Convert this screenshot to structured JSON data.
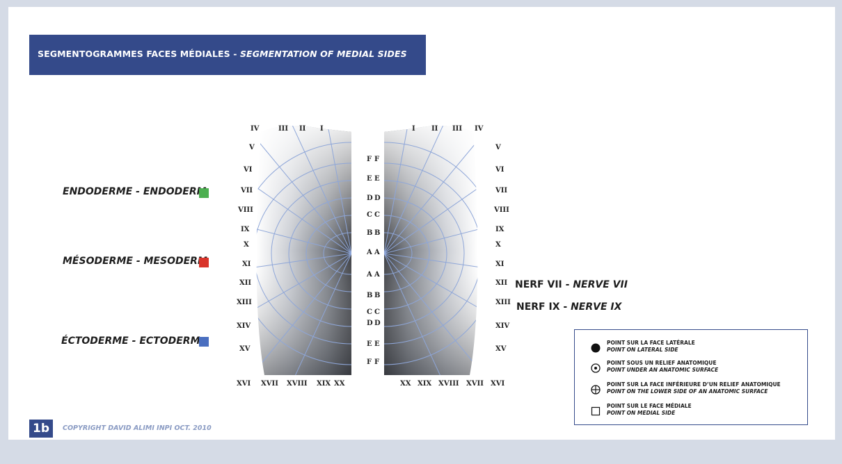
{
  "header": {
    "title_fr": "SEGMENTOGRAMMES FACES MÉDIALES - ",
    "title_en": "SEGMENTATION OF MEDIAL SIDES"
  },
  "germ_layers": [
    {
      "fr": "ENDODERME - ",
      "en": "ENDODERM",
      "color": "#4caf50"
    },
    {
      "fr": "MÉSODERME - ",
      "en": "MESODERM",
      "color": "#d9342b"
    },
    {
      "fr": "ÉCTODERME - ",
      "en": "ECTODERM",
      "color": "#4a6fc0"
    }
  ],
  "nerves": [
    {
      "fr": "NERF VII - ",
      "en": "NERVE VII"
    },
    {
      "fr": "NERF IX - ",
      "en": "NERVE IX"
    }
  ],
  "figure": {
    "roman_top_left": [
      "IV",
      "III",
      "II",
      "I"
    ],
    "roman_top_right": [
      "I",
      "II",
      "III",
      "IV"
    ],
    "roman_side": [
      "V",
      "VI",
      "VII",
      "VIII",
      "IX",
      "X",
      "XI",
      "XII",
      "XIII",
      "XIV",
      "XV"
    ],
    "roman_bottom_left": [
      "XVI",
      "XVII",
      "XVIII",
      "XIX",
      "XX"
    ],
    "roman_bottom_right": [
      "XX",
      "XIX",
      "XVIII",
      "XVII",
      "XVI"
    ],
    "letters": [
      "F",
      "E",
      "D",
      "C",
      "B",
      "A",
      "A",
      "B",
      "C",
      "D",
      "E",
      "F"
    ]
  },
  "legend": {
    "items": [
      {
        "fr": "POINT SUR LA FACE LATÉRALE",
        "en": "POINT ON LATERAL SIDE",
        "icon": "filled-circle-icon"
      },
      {
        "fr": "POINT SOUS UN RELIEF ANATOMIQUE",
        "en": "POINT UNDER AN ANATOMIC SURFACE",
        "icon": "dotted-circle-icon"
      },
      {
        "fr": "POINT SUR LA FACE INFÉRIEURE D’UN RELIEF ANATOMIQUE",
        "en": "POINT ON THE LOWER SIDE OF AN ANATOMIC SURFACE",
        "icon": "crossed-circle-icon"
      },
      {
        "fr": "POINT SUR LE FACE MÉDIALE",
        "en": "POINT ON MEDIAL SIDE",
        "icon": "square-icon"
      }
    ]
  },
  "footer": {
    "page": "1b",
    "copyright": "COPYRIGHT DAVID ALIMI INPI OCT. 2010"
  }
}
